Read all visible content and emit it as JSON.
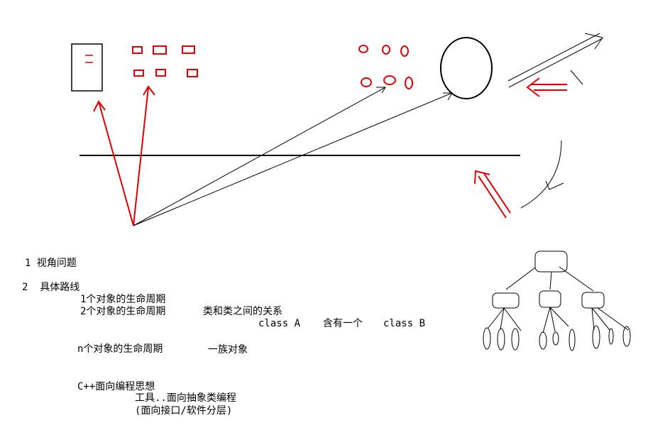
{
  "colors": {
    "red": "#e00000",
    "black": "#000000",
    "background": "#ffffff"
  },
  "notes": {
    "item1": "1 视角问题",
    "item2": "2  具体路线",
    "line_one_object": "1个对象的生命周期",
    "line_two_objects": "2个对象的生命周期",
    "relation": "类和类之间的关系",
    "class_a": "class A",
    "contains_one": "含有一个",
    "class_b": "class B",
    "line_n_objects": "n个对象的生命周期",
    "family": "一族对象",
    "cpp": "C++面向编程思想",
    "tools": "工具..面向抽象类编程",
    "interface": "(面向接口/软件分层)"
  }
}
